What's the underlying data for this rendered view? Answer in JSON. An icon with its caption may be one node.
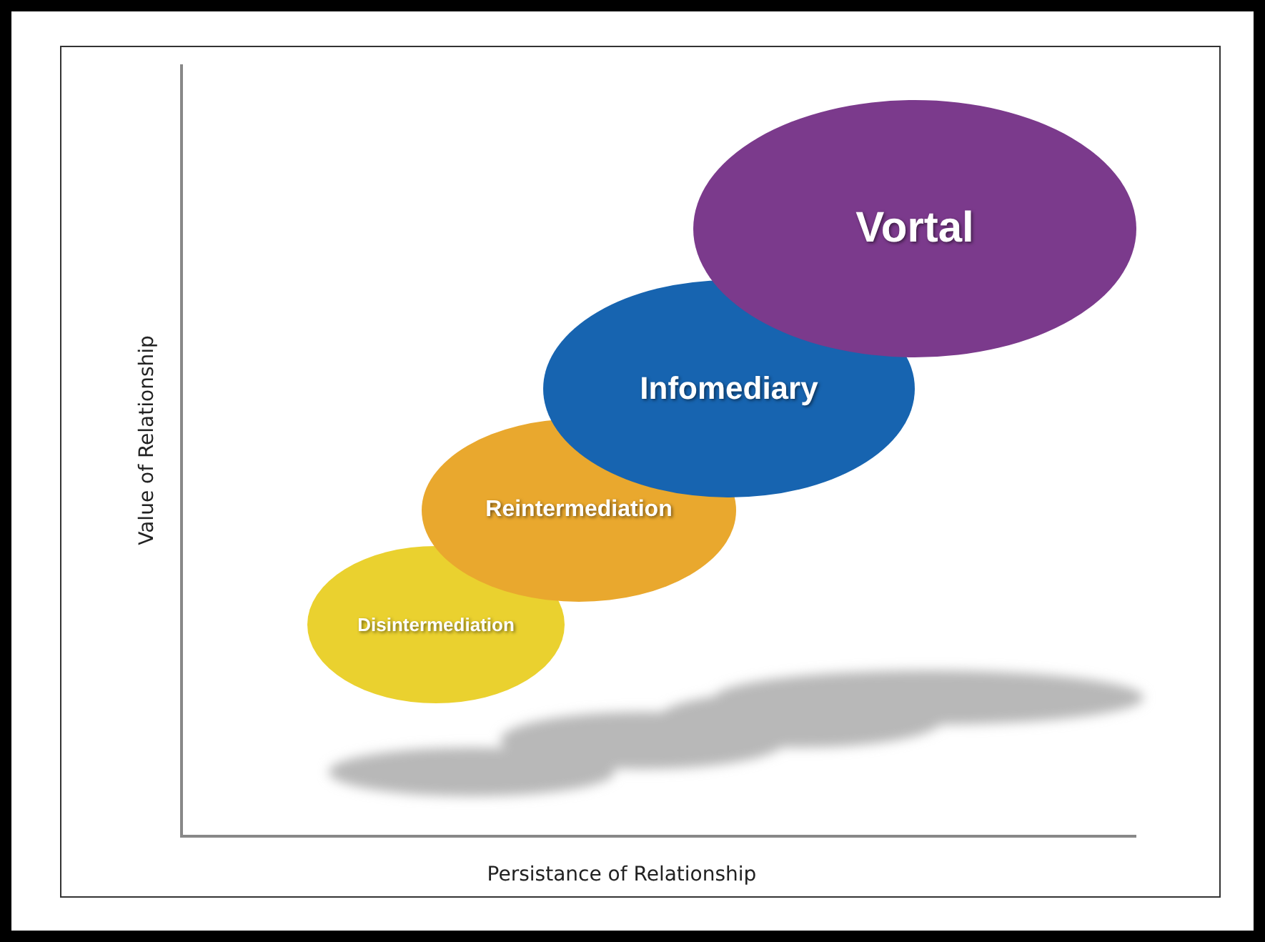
{
  "diagram": {
    "nodes": [
      {
        "text": [
          "Vortal"
        ]
      },
      {
        "text": [
          "Infomediary"
        ]
      },
      {
        "text": [
          "Reintermediation"
        ]
      },
      {
        "text": [
          "Disintermediation"
        ]
      }
    ],
    "labels": [
      "Value of Relationship",
      "Persistance of Relationship"
    ]
  }
}
